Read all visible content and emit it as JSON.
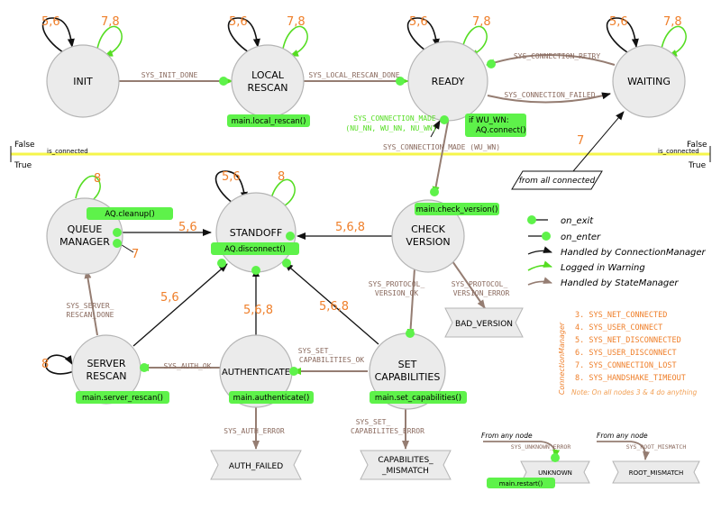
{
  "colors": {
    "node_fill": "#ebebeb",
    "node_stroke": "#b5b5b5",
    "green": "#55dd22",
    "green_fill": "#5ef24a",
    "brown": "#957d72",
    "black": "#111111",
    "orange": "#ef7f2a",
    "edge_text": "#8a6a5e",
    "yellow": "#f5f54a"
  },
  "nodes": {
    "init": "INIT",
    "local_rescan_1": "LOCAL",
    "local_rescan_2": "RESCAN",
    "ready": "READY",
    "waiting": "WAITING",
    "queue_manager_1": "QUEUE",
    "queue_manager_2": "MANAGER",
    "standoff": "STANDOFF",
    "check_version_1": "CHECK",
    "check_version_2": "VERSION",
    "server_rescan_1": "SERVER",
    "server_rescan_2": "RESCAN",
    "authenticate": "AUTHENTICATE",
    "set_capabilities_1": "SET",
    "set_capabilities_2": "CAPABILITIES",
    "bad_version": "BAD_VERSION",
    "auth_failed": "AUTH_FAILED",
    "capabilities_mismatch_1": "CAPABILITES_",
    "capabilities_mismatch_2": "_MISMATCH",
    "unknown": "UNKNOWN",
    "root_mismatch": "ROOT_MISMATCH"
  },
  "callbacks": {
    "local_rescan": "main.local_rescan()",
    "aq_connect_1": "if WU_WN:",
    "aq_connect_2": "AQ.connect()",
    "check_version": "main.check_version()",
    "aq_cleanup": "AQ.cleanup()",
    "aq_disconnect": "AQ.disconnect()",
    "server_rescan": "main.server_rescan()",
    "authenticate": "main.authenticate()",
    "set_capabilities": "main.set_capabilities()",
    "restart": "main.restart()"
  },
  "edge_labels": {
    "sys_init_done": "SYS_INIT_DONE",
    "sys_local_rescan_done": "SYS_LOCAL_RESCAN_DONE",
    "sys_connection_retry": "SYS_CONNECTION_RETRY",
    "sys_connection_failed": "SYS_CONNECTION_FAILED",
    "sys_connection_made_1": "SYS_CONNECTION_MADE",
    "sys_connection_made_2": "(NU_NN, WU_NN, NU_WN)",
    "sys_connection_made_wu_wn": "SYS_CONNECTION_MADE (WU_WN)",
    "sys_protocol_version_ok_1": "SYS_PROTOCOL_",
    "sys_protocol_version_ok_2": "VERSION_OK",
    "sys_protocol_version_error_1": "SYS_PROTOCOL_",
    "sys_protocol_version_error_2": "VERSION_ERROR",
    "sys_server_rescan_done_1": "SYS_SERVER_",
    "sys_server_rescan_done_2": "RESCAN_DONE",
    "sys_auth_ok": "SYS_AUTH_OK",
    "sys_set_capabilities_ok_1": "SYS_SET_",
    "sys_set_capabilities_ok_2": "CAPABILITIES_OK",
    "sys_auth_error": "SYS_AUTH_ERROR",
    "sys_set_capabilities_error_1": "SYS_SET_",
    "sys_set_capabilities_error_2": "CAPABILITES_ERROR",
    "sys_unknown_error": "SYS_UNKNOWN_ERROR",
    "sys_root_mismatch": "SYS_ROOT_MISMATCH"
  },
  "loop_labels": {
    "five_six": "5,6",
    "seven_eight": "7,8",
    "eight": "8",
    "seven": "7",
    "five_six_eight": "5,6,8"
  },
  "misc": {
    "false_label": "False",
    "true_label": "True",
    "is_connected": "is_connected",
    "from_all_connected": "from all connected",
    "from_any_node": "From any node"
  },
  "legend": {
    "on_exit": "on_exit",
    "on_enter": "on_enter",
    "handled_cm": "Handled by ConnectionManager",
    "logged_warning": "Logged in Warning",
    "handled_sm": "Handled by StateManager"
  },
  "connection_manager": {
    "vertical_label": "ConnectionManager",
    "items": [
      "3.  SYS_NET_CONNECTED",
      "4.  SYS_USER_CONNECT",
      "5.  SYS_NET_DISCONNECTED",
      "6.  SYS_USER_DISCONNECT",
      "7.  SYS_CONNECTION_LOST",
      "8.  SYS_HANDSHAKE_TIMEOUT"
    ],
    "note": "Note: On all nodes 3 & 4 do anything"
  }
}
